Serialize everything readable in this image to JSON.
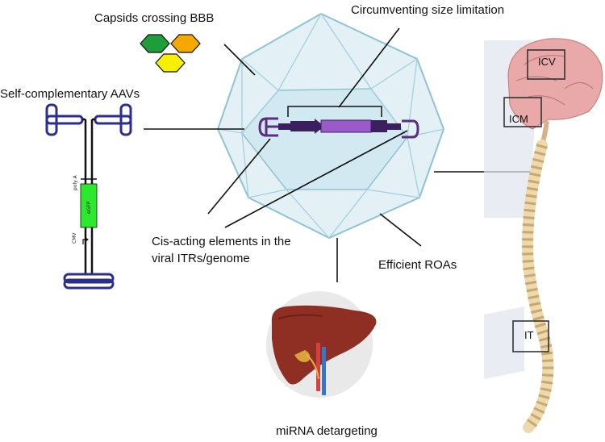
{
  "labels": {
    "capsids": "Capsids crossing BBB",
    "size": "Circumventing size limitation",
    "self_comp": "Self-complementary AAVs",
    "cis_line1": "Cis-acting elements in the",
    "cis_line2": "viral ITRs/genome",
    "roas": "Efficient ROAs",
    "mirna": "miRNA detargeting"
  },
  "sc_construct": {
    "poly_a": "poly A",
    "egfp": "eGFP",
    "cmv": "CMV"
  },
  "routes": {
    "icv": "ICV",
    "icm": "ICM",
    "it": "IT"
  },
  "colors": {
    "capsid_face": "#d6ebf2",
    "capsid_edge": "#8fc3d3",
    "itr": "#3b1f5e",
    "transgene": "#9b59c9",
    "sc_itr": "#2b2e8f",
    "egfp": "#2ee82e",
    "hex_green": "#1e9e3a",
    "hex_orange": "#f5a800",
    "hex_yellow": "#f7ef00",
    "liver": "#8f2f24",
    "brain": "#e8a9a8",
    "spine": "#ecd9b0"
  }
}
